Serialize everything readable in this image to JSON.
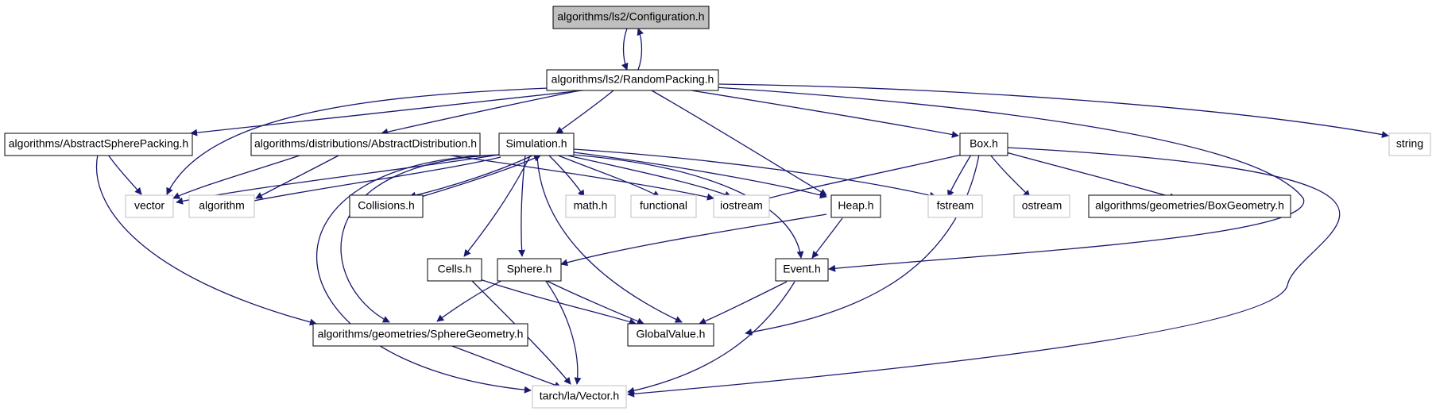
{
  "nodes": {
    "configuration": "algorithms/ls2/Configuration.h",
    "random_packing": "algorithms/ls2/RandomPacking.h",
    "abstract_sphere_packing": "algorithms/AbstractSpherePacking.h",
    "abstract_distribution": "algorithms/distributions/AbstractDistribution.h",
    "simulation": "Simulation.h",
    "box": "Box.h",
    "string": "string",
    "vector": "vector",
    "algorithm": "algorithm",
    "collisions": "Collisions.h",
    "math": "math.h",
    "functional": "functional",
    "iostream": "iostream",
    "heap": "Heap.h",
    "fstream": "fstream",
    "ostream": "ostream",
    "box_geometry": "algorithms/geometries/BoxGeometry.h",
    "cells": "Cells.h",
    "sphere": "Sphere.h",
    "event": "Event.h",
    "sphere_geometry": "algorithms/geometries/SphereGeometry.h",
    "global_value": "GlobalValue.h",
    "vector_h": "tarch/la/Vector.h"
  },
  "colors": {
    "edge": "#191970",
    "root_fill": "#bfbfbf",
    "external_border": "#bfbfbf",
    "node_border": "#000000"
  }
}
